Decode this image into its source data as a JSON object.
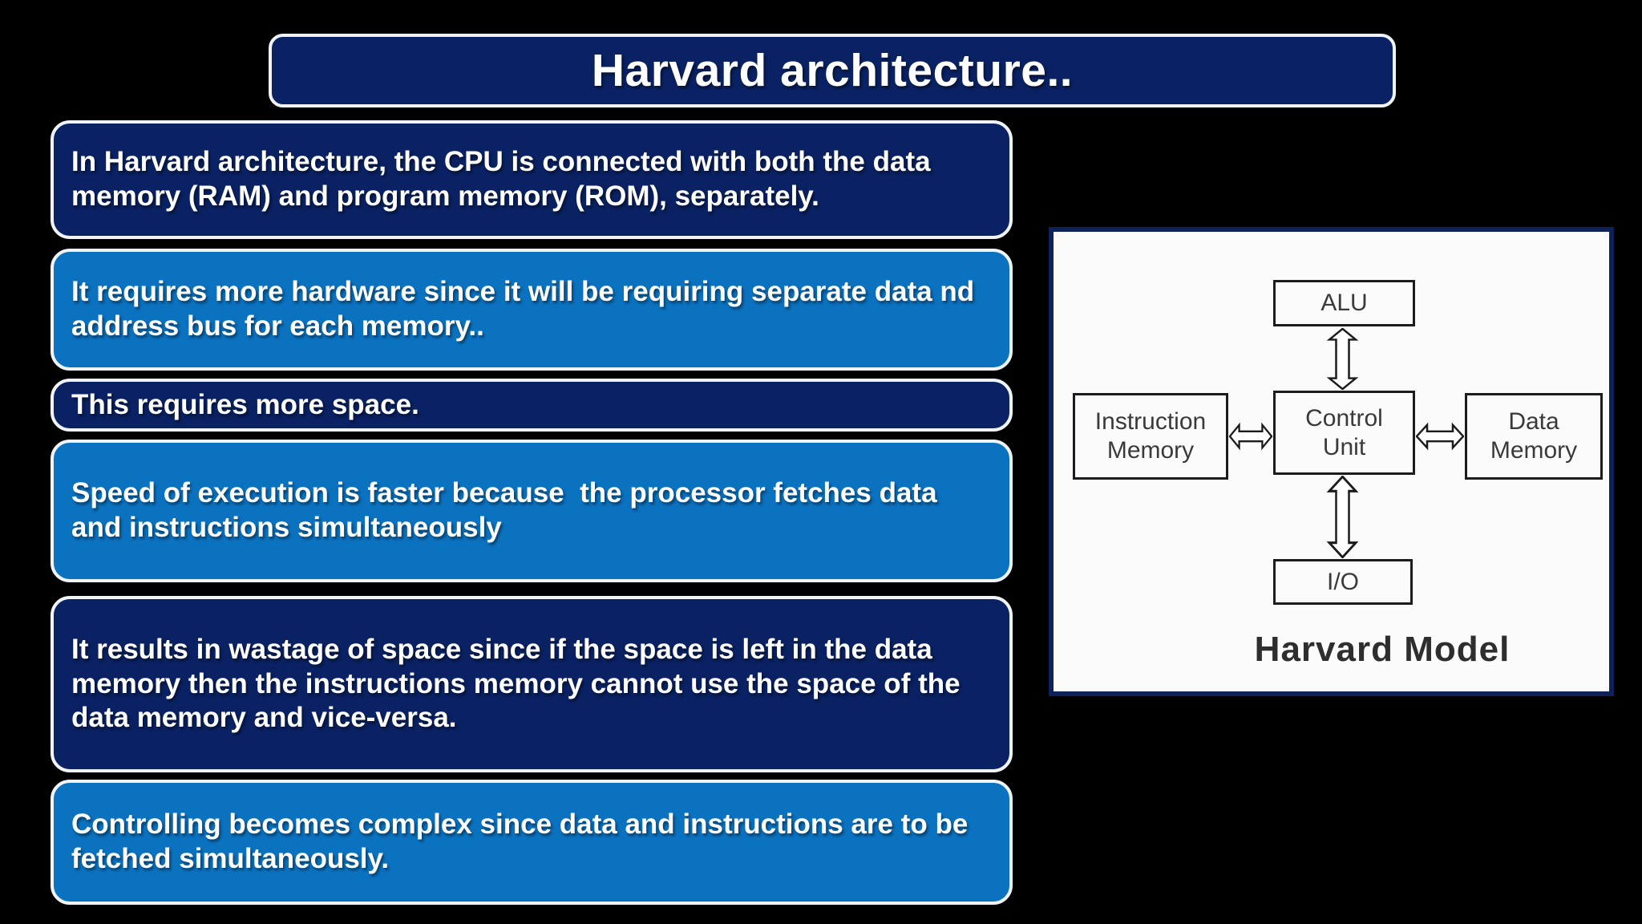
{
  "slide": {
    "title": "Harvard architecture..",
    "points": [
      {
        "text": "In Harvard architecture, the CPU is connected with both the data memory (RAM) and program memory (ROM), separately.",
        "tone": "dark"
      },
      {
        "text": "It requires more hardware since it will be requiring separate data nd address bus for each memory..",
        "tone": "light"
      },
      {
        "text": "This requires more space.",
        "tone": "dark"
      },
      {
        "text": "Speed of execution is faster because  the processor fetches data and instructions simultaneously",
        "tone": "light"
      },
      {
        "text": "It results in wastage of space since if the space is left in the data memory then the instructions memory cannot use the space of the data memory and vice-versa.",
        "tone": "dark"
      },
      {
        "text": "Controlling becomes complex since data and instructions are to be fetched simultaneously.",
        "tone": "light"
      }
    ]
  },
  "diagram": {
    "nodes": {
      "alu": "ALU",
      "instruction_memory": "Instruction\nMemory",
      "control_unit": "Control\nUnit",
      "data_memory": "Data\nMemory",
      "io": "I/O"
    },
    "caption": "Harvard Model"
  },
  "colors": {
    "background": "#000000",
    "navy_box": "#0a2263",
    "blue_box": "#0b72c0",
    "box_border": "#f0f3f8",
    "text_white": "#ffffff",
    "diagram_border": "#0e2158",
    "diagram_bg": "#fbfbfb",
    "diagram_ink": "#2e2e2e"
  }
}
